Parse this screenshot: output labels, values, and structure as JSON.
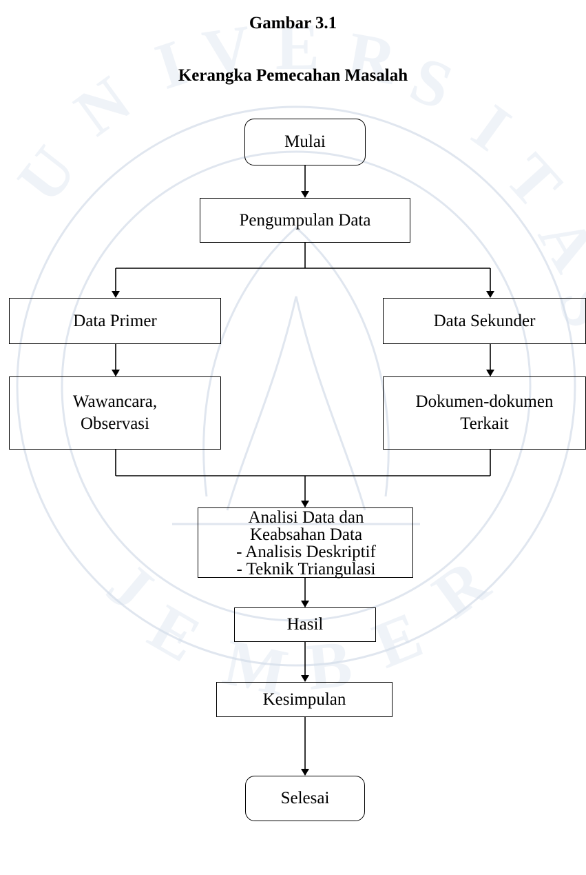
{
  "figure": {
    "number": "Gambar 3.1",
    "title": "Kerangka Pemecahan Masalah"
  },
  "watermark": {
    "text": "UNIVERSITAS JEMBER",
    "color": "#b8c7d8"
  },
  "nodes": {
    "start": "Mulai",
    "collect": "Pengumpulan Data",
    "primary": "Data Primer",
    "secondary": "Data Sekunder",
    "interview": [
      "Wawancara,",
      "Observasi"
    ],
    "documents": [
      "Dokumen-dokumen",
      "Terkait"
    ],
    "analysis": [
      "Analisi Data dan",
      "Keabsahan Data",
      "- Analisis Deskriptif",
      "- Teknik Triangulasi"
    ],
    "result": "Hasil",
    "conclusion": "Kesimpulan",
    "end": "Selesai"
  }
}
